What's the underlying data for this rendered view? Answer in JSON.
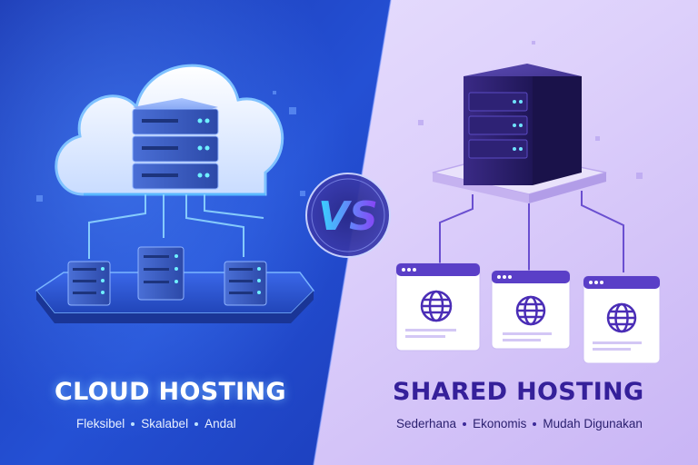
{
  "badge": {
    "text": "VS"
  },
  "left": {
    "title": "CLOUD HOSTING",
    "features": [
      "Fleksibel",
      "Skalabel",
      "Andal"
    ],
    "icons": [
      "cloud-icon",
      "server-rack-icon"
    ]
  },
  "right": {
    "title": "SHARED HOSTING",
    "features": [
      "Sederhana",
      "Ekonomis",
      "Mudah Digunakan"
    ],
    "icons": [
      "server-tower-icon",
      "browser-window-icon",
      "globe-icon"
    ]
  },
  "colors": {
    "left_bg_dark": "#1631a8",
    "left_bg_light": "#2f63e6",
    "right_bg": "#ddd2ff",
    "right_title": "#35209a",
    "accent_cyan": "#4fd4ff",
    "accent_purple": "#7b3ff2"
  }
}
